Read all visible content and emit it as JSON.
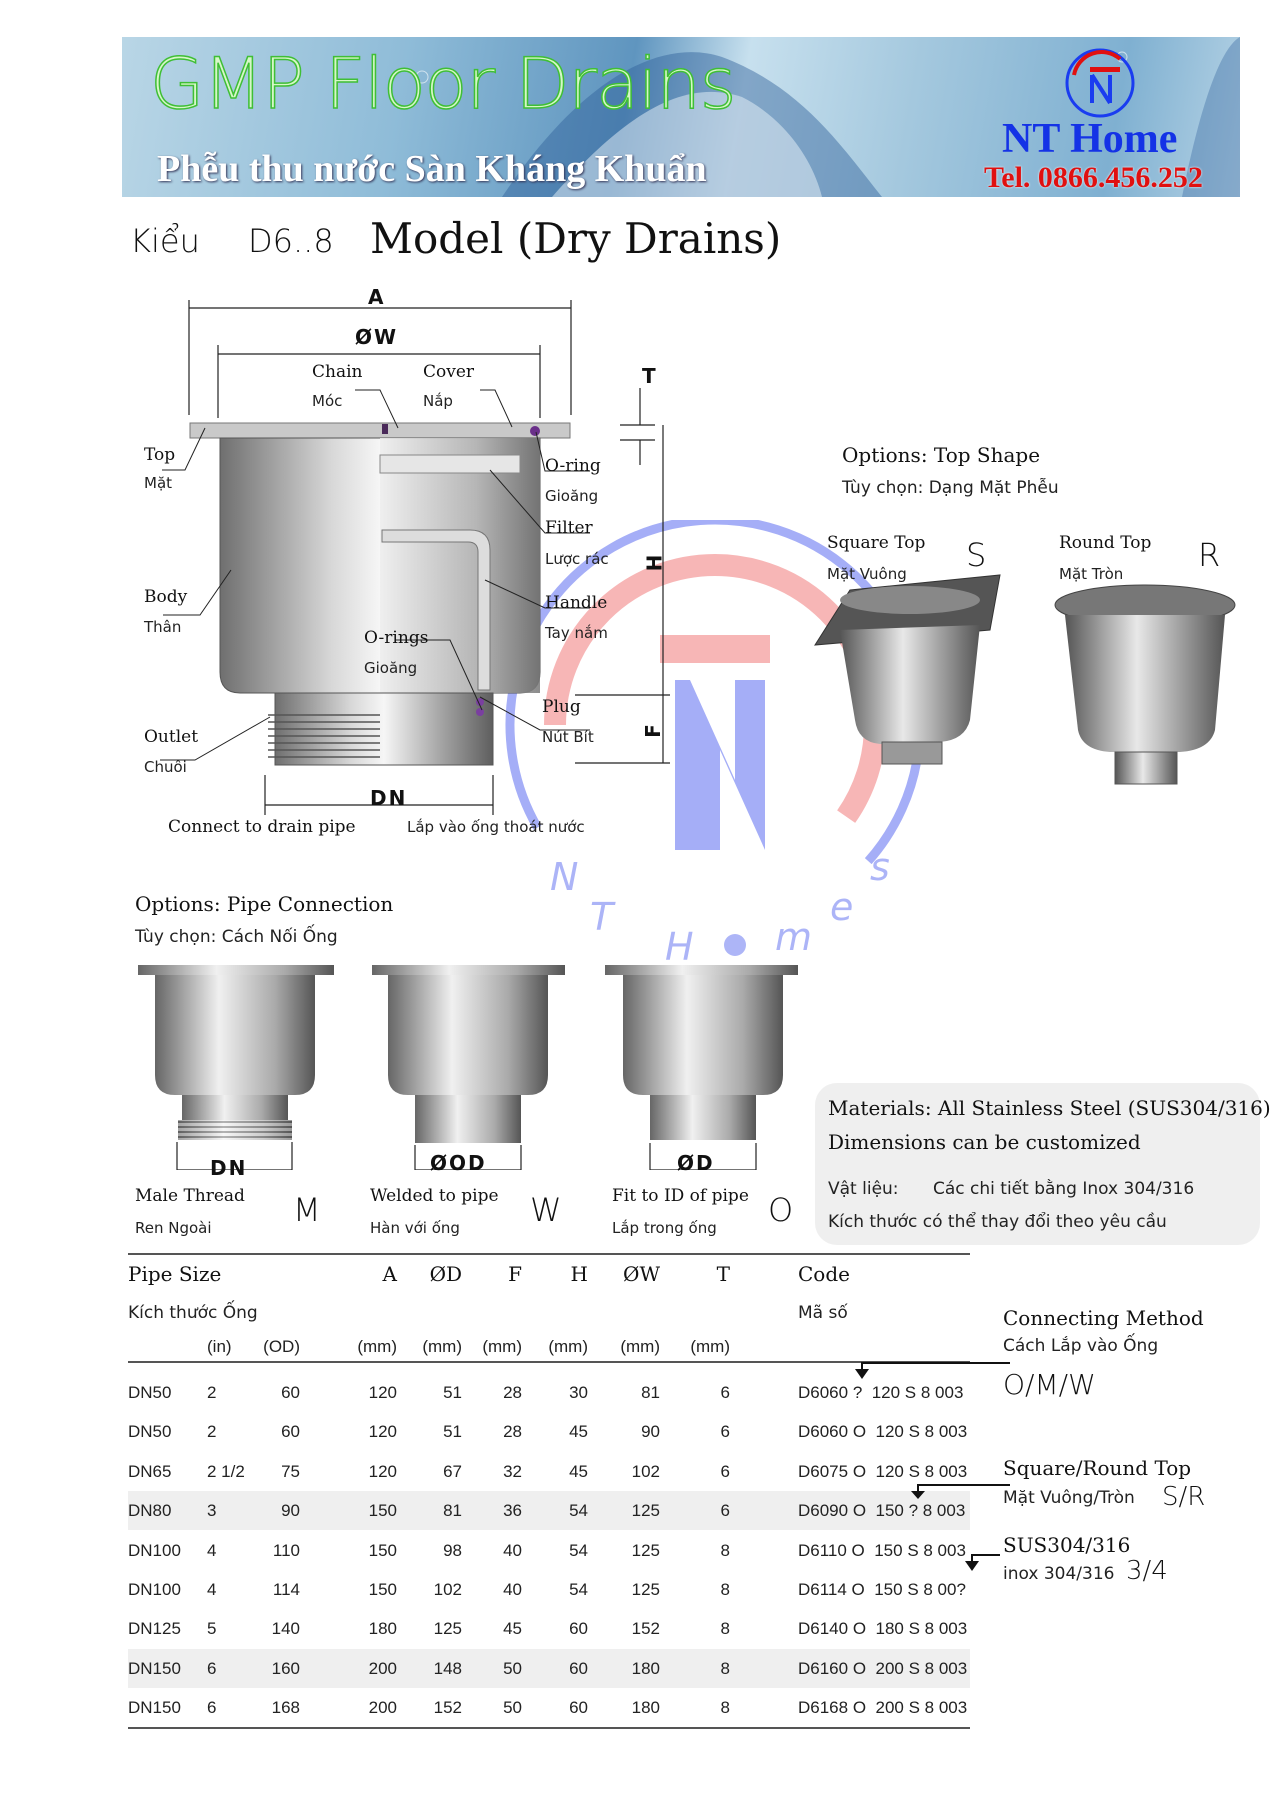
{
  "banner": {
    "title": "GMP Floor Drains",
    "subtitle": "Phễu thu nước Sàn Kháng Khuẩn",
    "brand": "NT Home",
    "phone": "Tel. 0866.456.252"
  },
  "heading": {
    "prefix": "Kiểu",
    "model": "D6..8",
    "title": "Model (Dry Drains)"
  },
  "diagram": {
    "dims": {
      "A": "A",
      "W": "ØW",
      "T": "T",
      "H": "H",
      "F": "F",
      "DN": "DN"
    },
    "parts": [
      {
        "en": "Chain",
        "vi": "Móc"
      },
      {
        "en": "Cover",
        "vi": "Nắp"
      },
      {
        "en": "Top",
        "vi": "Mặt"
      },
      {
        "en": "O-ring",
        "vi": "Gioăng"
      },
      {
        "en": "Filter",
        "vi": "Lược rác"
      },
      {
        "en": "Body",
        "vi": "Thân"
      },
      {
        "en": "Handle",
        "vi": "Tay nắm"
      },
      {
        "en": "O-rings",
        "vi": "Gioăng"
      },
      {
        "en": "Plug",
        "vi": "Nút Bít"
      },
      {
        "en": "Outlet",
        "vi": "Chuôi"
      }
    ],
    "connect_en": "Connect to drain pipe",
    "connect_vi": "Lắp vào ống thoát nước"
  },
  "top_shape": {
    "title": "Options: Top Shape",
    "title_vi": "Tùy chọn: Dạng Mặt Phễu",
    "options": [
      {
        "en": "Square Top",
        "vi": "Mặt Vuông",
        "code": "S"
      },
      {
        "en": "Round Top",
        "vi": "Mặt Tròn",
        "code": "R"
      }
    ]
  },
  "pipe_connection": {
    "title": "Options: Pipe Connection",
    "title_vi": "Tùy chọn: Cách Nối Ống",
    "options": [
      {
        "dim": "DN",
        "en": "Male Thread",
        "vi": "Ren Ngoài",
        "code": "M"
      },
      {
        "dim": "ØOD",
        "en": "Welded to pipe",
        "vi": "Hàn với ống",
        "code": "W"
      },
      {
        "dim": "ØD",
        "en": "Fit to ID of pipe",
        "vi": "Lắp trong ống",
        "code": "O"
      }
    ]
  },
  "materials": {
    "line1": "Materials: All Stainless Steel (SUS304/316)",
    "line2": "Dimensions can be customized",
    "vi_label": "Vật liệu:",
    "vi_value": "Các chi tiết bằng Inox 304/316",
    "vi_line2": "Kích thước có thể thay đổi theo yêu cầu"
  },
  "table": {
    "headers": {
      "pipe_size": "Pipe Size",
      "pipe_size_vi": "Kích thước Ống",
      "A": "A",
      "D": "ØD",
      "F": "F",
      "H": "H",
      "W": "ØW",
      "T": "T",
      "code": "Code",
      "code_vi": "Mã số"
    },
    "units": [
      "(in)",
      "(OD)",
      "(mm)",
      "(mm)",
      "(mm)",
      "(mm)",
      "(mm)",
      "(mm)"
    ],
    "rows": [
      [
        "DN50",
        "2",
        "60",
        "120",
        "51",
        "28",
        "30",
        "81",
        "6",
        "D6060 ?  120 S 8 003"
      ],
      [
        "DN50",
        "2",
        "60",
        "120",
        "51",
        "28",
        "45",
        "90",
        "6",
        "D6060 O  120 S 8 003"
      ],
      [
        "DN65",
        "2 1/2",
        "75",
        "120",
        "67",
        "32",
        "45",
        "102",
        "6",
        "D6075 O  120 S 8 003"
      ],
      [
        "DN80",
        "3",
        "90",
        "150",
        "81",
        "36",
        "54",
        "125",
        "6",
        "D6090 O  150 ? 8 003"
      ],
      [
        "DN100",
        "4",
        "110",
        "150",
        "98",
        "40",
        "54",
        "125",
        "8",
        "D6110 O  150 S 8 003"
      ],
      [
        "DN100",
        "4",
        "114",
        "150",
        "102",
        "40",
        "54",
        "125",
        "8",
        "D6114 O  150 S 8 00?"
      ],
      [
        "DN125",
        "5",
        "140",
        "180",
        "125",
        "45",
        "60",
        "152",
        "8",
        "D6140 O  180 S 8 003"
      ],
      [
        "DN150",
        "6",
        "160",
        "200",
        "148",
        "50",
        "60",
        "180",
        "8",
        "D6160 O  200 S 8 003"
      ],
      [
        "DN150",
        "6",
        "168",
        "200",
        "152",
        "50",
        "60",
        "180",
        "8",
        "D6168 O  200 S 8 003"
      ]
    ],
    "shaded_rows": [
      3,
      7
    ]
  },
  "legend": {
    "connecting": {
      "en": "Connecting Method",
      "vi": "Cách Lắp vào Ống",
      "codes": "O/M/W"
    },
    "top": {
      "en": "Square/Round Top",
      "vi": "Mặt Vuông/Tròn",
      "codes": "S/R"
    },
    "material": {
      "en": "SUS304/316",
      "vi": "inox 304/316",
      "codes": "3/4"
    }
  },
  "watermark": {
    "text": "NT Homes",
    "colors": {
      "blue": "#5b6cf0",
      "red": "#f07a7a"
    }
  }
}
